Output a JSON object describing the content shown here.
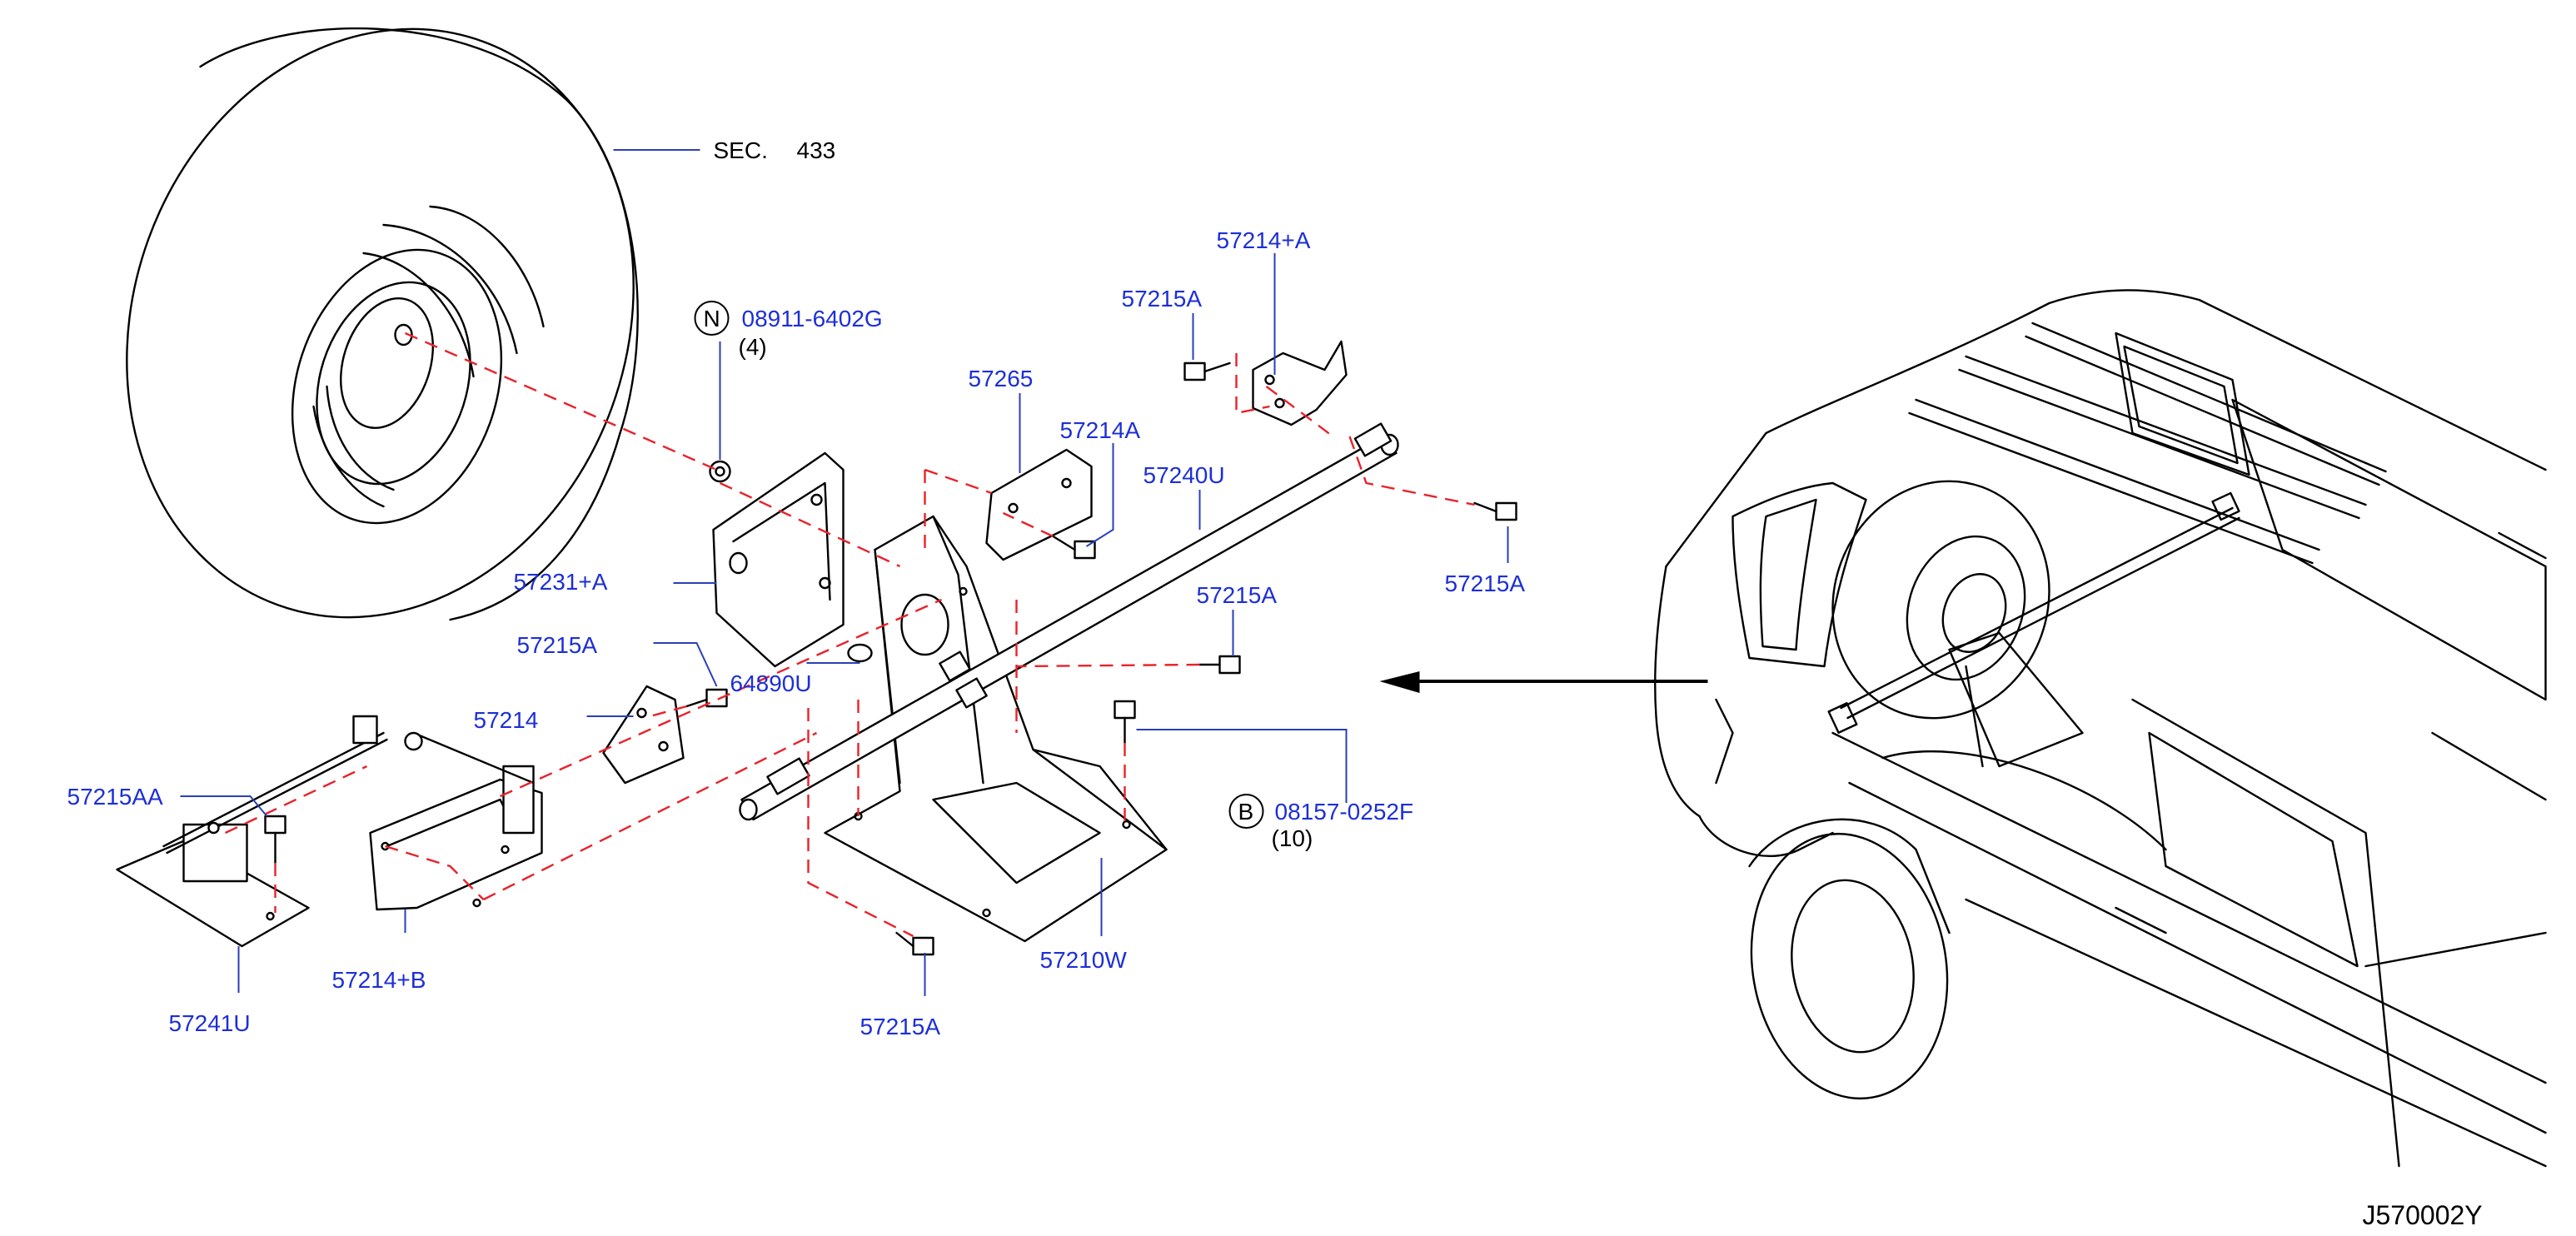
{
  "diagram": {
    "figure_code": "J570002Y",
    "labels": {
      "sec_433_prefix": "SEC.",
      "sec_433_num": "433",
      "n_0891": "08911-6402G",
      "n_0891_qty": "(4)",
      "b_0815": "08157-0252F",
      "b_0815_qty": "(10)",
      "p_57214A_plus": "57214+A",
      "p_57215A_top": "57215A",
      "p_57265": "57265",
      "p_57214A": "57214A",
      "p_57240U": "57240U",
      "p_57215A_right": "57215A",
      "p_57231A": "57231+A",
      "p_57215A_mid": "57215A",
      "p_57215A_left": "57215A",
      "p_64890U": "64890U",
      "p_57214": "57214",
      "p_57215AA": "57215AA",
      "p_57214B": "57214+B",
      "p_57241U": "57241U",
      "p_57210W": "57210W",
      "p_57215A_bottom": "57215A"
    },
    "circle_symbols": {
      "n": "N",
      "b": "B"
    }
  },
  "colors": {
    "label_text": "#1d2fd6",
    "leader_line": "#2a3fb8",
    "dashed_line": "#e8222a",
    "linework": "#000000",
    "background": "#ffffff"
  }
}
